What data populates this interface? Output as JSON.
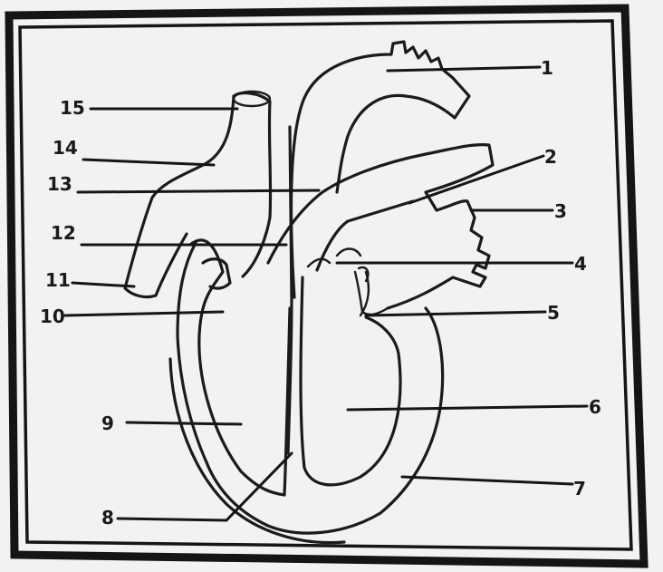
{
  "diagram": {
    "labels": [
      {
        "id": "1",
        "text": "1"
      },
      {
        "id": "2",
        "text": "2"
      },
      {
        "id": "3",
        "text": "3"
      },
      {
        "id": "4",
        "text": "4"
      },
      {
        "id": "5",
        "text": "5"
      },
      {
        "id": "6",
        "text": "6"
      },
      {
        "id": "7",
        "text": "7"
      },
      {
        "id": "8",
        "text": "8"
      },
      {
        "id": "9",
        "text": "9"
      },
      {
        "id": "10",
        "text": "10"
      },
      {
        "id": "11",
        "text": "11"
      },
      {
        "id": "12",
        "text": "12"
      },
      {
        "id": "13",
        "text": "13"
      },
      {
        "id": "14",
        "text": "14"
      },
      {
        "id": "15",
        "text": "15"
      }
    ],
    "colors": {
      "paper": "#f2f2f0",
      "frame": "#151515",
      "ink": "#1b1b1b"
    }
  }
}
